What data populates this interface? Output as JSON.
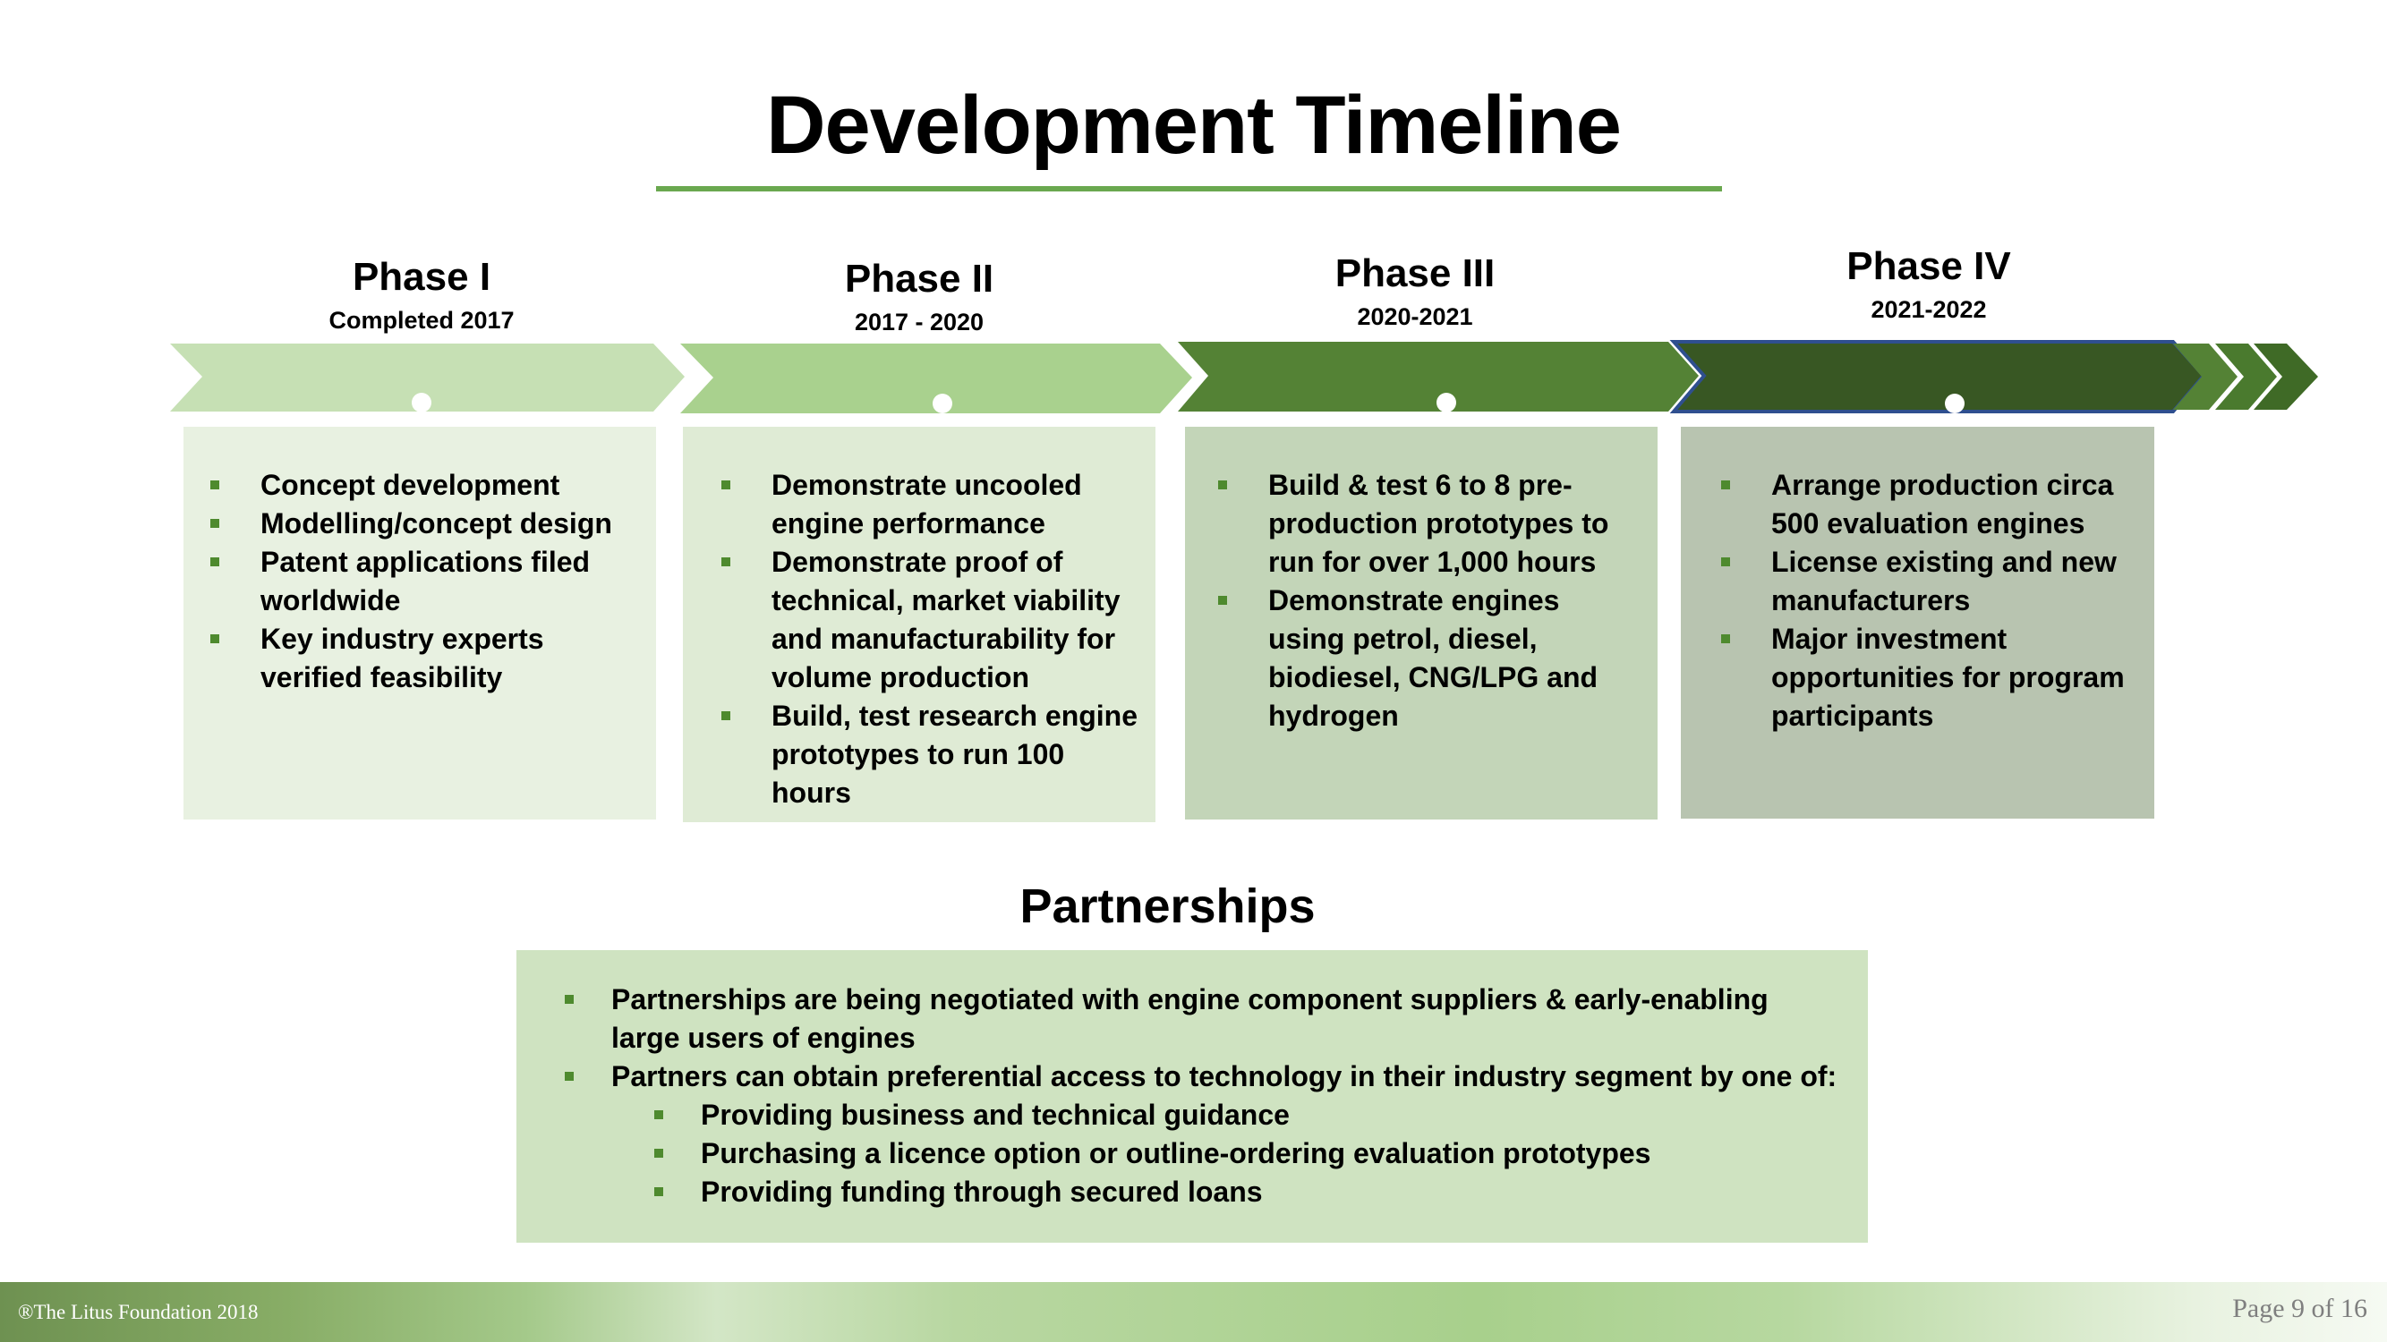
{
  "title": "Development Timeline",
  "phases": [
    {
      "name": "Phase I",
      "date": "Completed 2017",
      "items": [
        "Concept development",
        "Modelling/concept design",
        "Patent applications  filed worldwide",
        "Key industry experts verified feasibility"
      ]
    },
    {
      "name": "Phase II",
      "date": "2017 - 2020",
      "items": [
        "Demonstrate uncooled engine performance",
        "Demonstrate proof of technical, market viability and manufacturability for volume production",
        "Build, test research engine prototypes to run 100 hours"
      ]
    },
    {
      "name": "Phase III",
      "date": "2020-2021",
      "items": [
        "Build & test 6 to 8 pre-production prototypes to run for over 1,000 hours",
        "Demonstrate engines using petrol, diesel, biodiesel, CNG/LPG and hydrogen"
      ]
    },
    {
      "name": "Phase IV",
      "date": "2021-2022",
      "items": [
        "Arrange production circa 500 evaluation engines",
        "License existing and new manufacturers",
        "Major investment opportunities for program participants"
      ]
    }
  ],
  "partnerships": {
    "title": "Partnerships",
    "items": [
      "Partnerships are being negotiated with engine component suppliers & early-enabling large users of engines",
      "Partners can obtain preferential  access to technology  in their industry segment by one of:"
    ],
    "subitems": [
      "Providing business and technical guidance",
      "Purchasing a licence option or outline-ordering evaluation prototypes",
      "Providing funding through secured loans"
    ]
  },
  "footer": {
    "copyright": "®The Litus Foundation 2018",
    "page": "Page 9 of 16"
  },
  "colors": {
    "accent_rule": "#6aa84f",
    "phase1_arrow": "#c6e0b4",
    "phase2_arrow": "#a9d18e",
    "phase3_arrow": "#548235",
    "phase4_arrow": "#385723",
    "phase1_box": "#e8f1e1",
    "phase2_box": "#dfebd5",
    "phase3_box": "#c3d5b8",
    "phase4_box": "#b8c4b0",
    "bullet": "#4e8a2e"
  }
}
